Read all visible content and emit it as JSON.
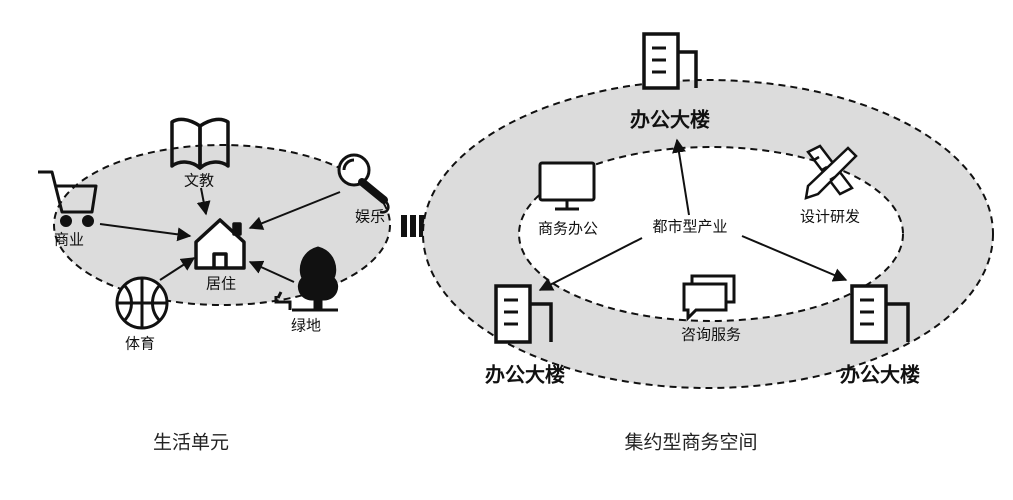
{
  "left_cluster": {
    "caption": "生活单元",
    "center": "居住",
    "nodes": {
      "culture": "文教",
      "commerce": "商业",
      "entertainment": "娱乐",
      "sports": "体育",
      "green": "绿地"
    }
  },
  "right_cluster": {
    "caption": "集约型商务空间",
    "center": "都市型产业",
    "offices": {
      "top": "办公大楼",
      "left": "办公大楼",
      "right": "办公大楼"
    },
    "functions": {
      "business": "商务办公",
      "rnd": "设计研发",
      "consulting": "咨询服务"
    }
  },
  "colors": {
    "ring_fill": "#dcdcdc",
    "stroke": "#111111",
    "background": "#ffffff"
  },
  "icons": [
    "cart-icon",
    "book-icon",
    "house-icon",
    "microphone-icon",
    "basketball-icon",
    "tree-icon",
    "arrow-right-icon",
    "office-building-icon",
    "monitor-icon",
    "pencil-ruler-icon",
    "chat-bubbles-icon"
  ]
}
